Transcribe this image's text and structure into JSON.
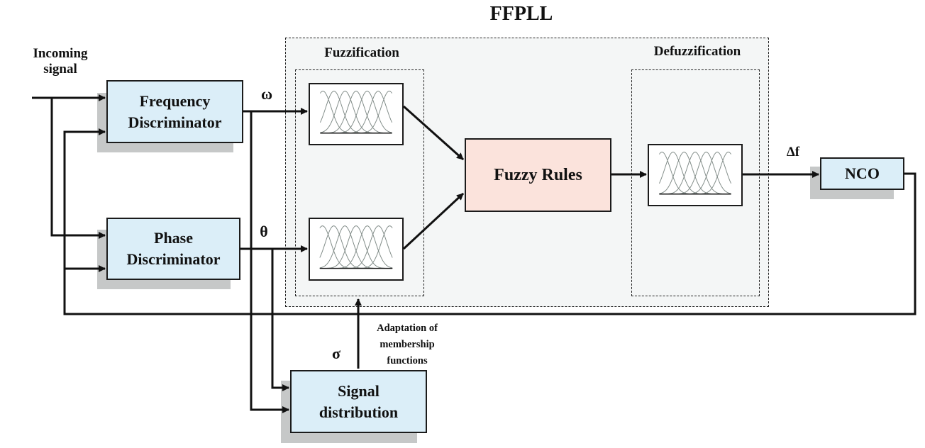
{
  "title": "FFPLL",
  "input_label": "Incoming signal",
  "blocks": {
    "frequency_discriminator": "Frequency Discriminator",
    "phase_discriminator": "Phase Discriminator",
    "signal_distribution": "Signal distribution",
    "fuzzy_rules": "Fuzzy Rules",
    "nco": "NCO"
  },
  "regions": {
    "fuzzification": "Fuzzification",
    "defuzzification": "Defuzzification"
  },
  "signals": {
    "omega": "ω",
    "theta": "θ",
    "sigma": "σ",
    "delta_f": "Δf"
  },
  "annotations": {
    "adaptation": "Adaptation of membership functions"
  },
  "membership_functions": {
    "count": 7,
    "shape": "gaussian"
  },
  "colors": {
    "block_fill": "#dbeef8",
    "rules_fill": "#fbe3dc",
    "shadow": "#c6c8c8",
    "region_fill": "#f4f6f6"
  }
}
